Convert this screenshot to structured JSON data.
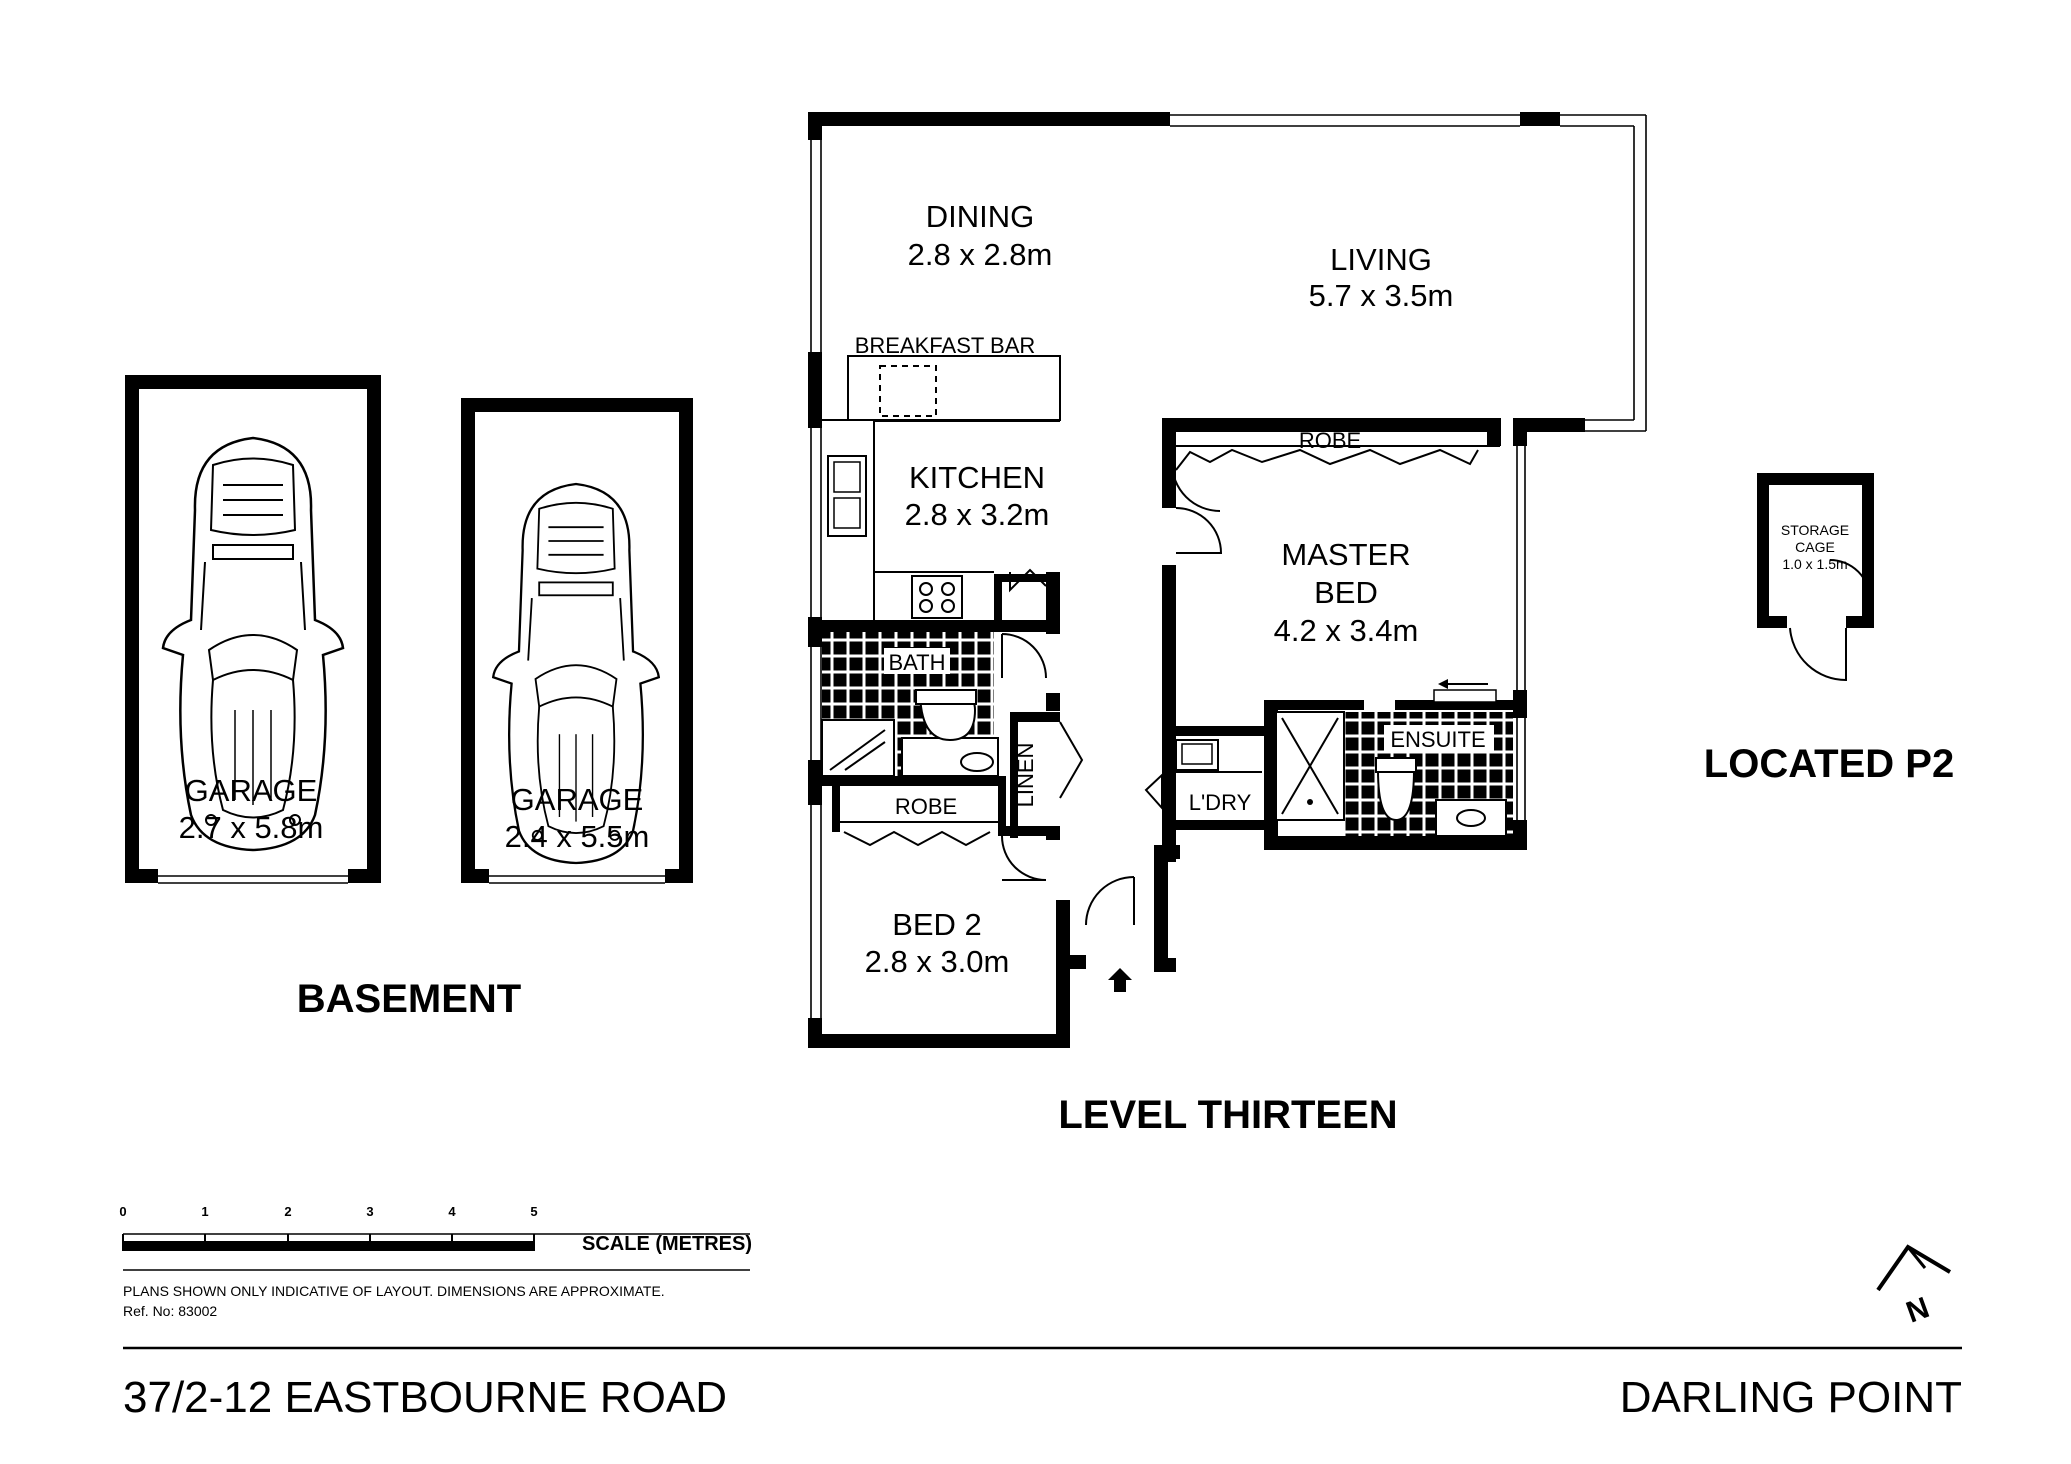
{
  "basement": {
    "heading": "BASEMENT",
    "garages": [
      {
        "name": "GARAGE",
        "size": "2.7 x 5.8m"
      },
      {
        "name": "GARAGE",
        "size": "2.4 x 5.5m"
      }
    ]
  },
  "level": {
    "heading": "LEVEL THIRTEEN",
    "rooms": {
      "dining": {
        "name": "DINING",
        "size": "2.8 x 2.8m"
      },
      "living": {
        "name": "LIVING",
        "size": "5.7 x 3.5m"
      },
      "breakfast_bar": "BREAKFAST BAR",
      "kitchen": {
        "name": "KITCHEN",
        "size": "2.8 x 3.2m"
      },
      "robe_master": "ROBE",
      "master_bed": {
        "name_line1": "MASTER",
        "name_line2": "BED",
        "size": "4.2 x 3.4m"
      },
      "bath": "BATH",
      "linen": "LINEN",
      "ensuite": "ENSUITE",
      "laundry": "L'DRY",
      "robe_bed2": "ROBE",
      "bed2": {
        "name": "BED 2",
        "size": "2.8 x 3.0m"
      }
    }
  },
  "storage": {
    "line1": "STORAGE",
    "line2": "CAGE",
    "size": "1.0 x 1.5m",
    "location": "LOCATED P2"
  },
  "scale": {
    "ticks": [
      "0",
      "1",
      "2",
      "3",
      "4",
      "5"
    ],
    "label": "SCALE (METRES)"
  },
  "notes": {
    "disclaimer": "PLANS SHOWN ONLY INDICATIVE OF LAYOUT.  DIMENSIONS ARE APPROXIMATE.",
    "ref": "Ref. No: 83002"
  },
  "footer": {
    "address": "37/2-12 EASTBOURNE ROAD",
    "suburb": "DARLING POINT"
  },
  "compass": {
    "label": "N",
    "icon": "north-arrow-icon"
  }
}
